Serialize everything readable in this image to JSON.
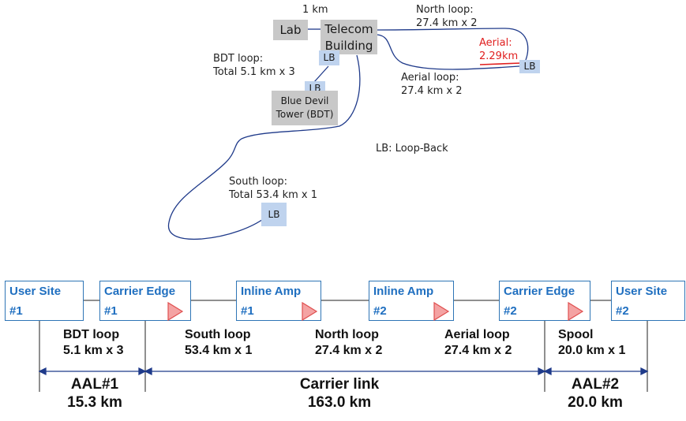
{
  "map": {
    "lab_label": "Lab",
    "telecom_line1": "Telecom",
    "telecom_line2": "Building",
    "distance_1km": "1 km",
    "north_loop_line1": "North loop:",
    "north_loop_line2": "27.4 km x 2",
    "aerial_line1": "Aerial:",
    "aerial_line2": "2.29km",
    "aerial_color": "#e02020",
    "aerial_loop_line1": "Aerial loop:",
    "aerial_loop_line2": "27.4 km x 2",
    "bdt_loop_line1": "BDT loop:",
    "bdt_loop_line2": "Total 5.1 km x 3",
    "lb_label": "LB",
    "bdt_tower_line1": "Blue Devil",
    "bdt_tower_line2": "Tower (BDT)",
    "legend": "LB: Loop-Back",
    "south_loop_line1": "South loop:",
    "south_loop_line2": "Total 53.4 km x 1"
  },
  "chain": {
    "nodes": [
      {
        "line1": "User Site",
        "line2": "#1"
      },
      {
        "line1": "Carrier Edge",
        "line2": "#1"
      },
      {
        "line1": "Inline Amp",
        "line2": "#1"
      },
      {
        "line1": "Inline Amp",
        "line2": "#2"
      },
      {
        "line1": "Carrier Edge",
        "line2": "#2"
      },
      {
        "line1": "User Site",
        "line2": "#2"
      }
    ],
    "segments": [
      {
        "line1": "BDT loop",
        "line2": "5.1 km x 3"
      },
      {
        "line1": "South loop",
        "line2": "53.4 km x 1"
      },
      {
        "line1": "North loop",
        "line2": "27.4 km x 2"
      },
      {
        "line1": "Aerial loop",
        "line2": "27.4 km x 2"
      },
      {
        "line1": "Spool",
        "line2": "20.0 km x 1"
      }
    ],
    "spans": [
      {
        "line1": "AAL#1",
        "line2": "15.3 km"
      },
      {
        "line1": "Carrier link",
        "line2": "163.0 km"
      },
      {
        "line1": "AAL#2",
        "line2": "20.0 km"
      }
    ]
  },
  "colors": {
    "fiber": "#1f3a8a",
    "node_text": "#1f6fc0",
    "node_border": "#2e75b6",
    "amp_fill": "#f4a3a3",
    "amp_stroke": "#e05050",
    "lb_fill": "#bfd3ee",
    "building_fill": "#c8c8c8"
  }
}
